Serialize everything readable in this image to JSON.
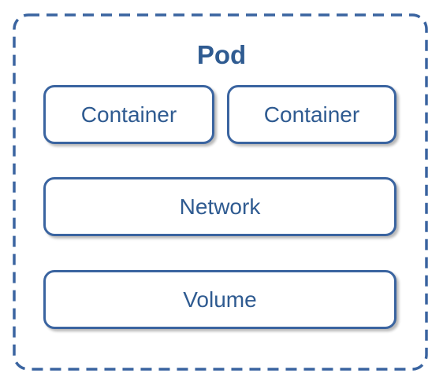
{
  "pod": {
    "title": "Pod",
    "containers": [
      "Container",
      "Container"
    ],
    "network_label": "Network",
    "volume_label": "Volume"
  },
  "colors": {
    "accent": "#2f5b91",
    "border": "#3a64a0",
    "background": "#ffffff"
  }
}
